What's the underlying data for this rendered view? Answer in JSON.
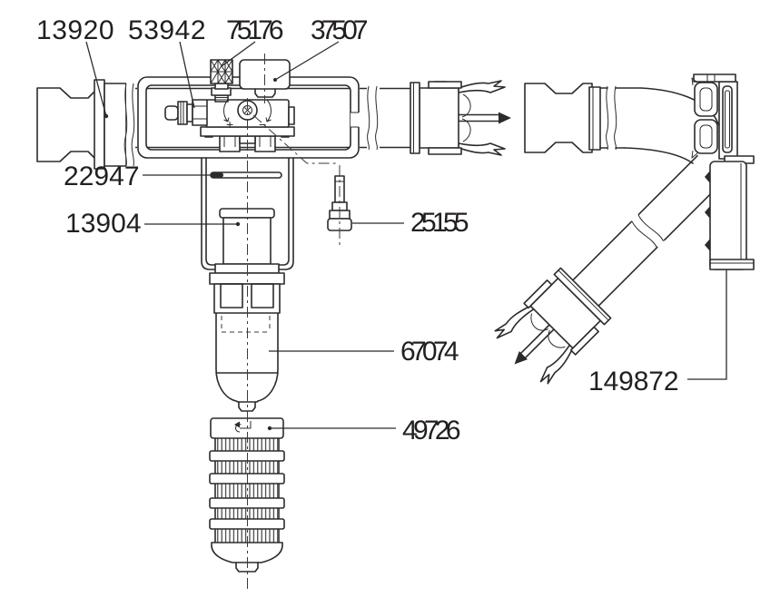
{
  "diagram": {
    "background": "#ffffff",
    "line_color": "#2b2b2b",
    "label_color": "#231f20",
    "parts": [
      {
        "number": "13920"
      },
      {
        "number": "53942"
      },
      {
        "number": "75176"
      },
      {
        "number": "37507"
      },
      {
        "number": "22947"
      },
      {
        "number": "13904"
      },
      {
        "number": "25155"
      },
      {
        "number": "67074"
      },
      {
        "number": "49726"
      },
      {
        "number": "149872"
      }
    ],
    "valve_markings": {
      "plus": "+",
      "minus": "−"
    }
  }
}
